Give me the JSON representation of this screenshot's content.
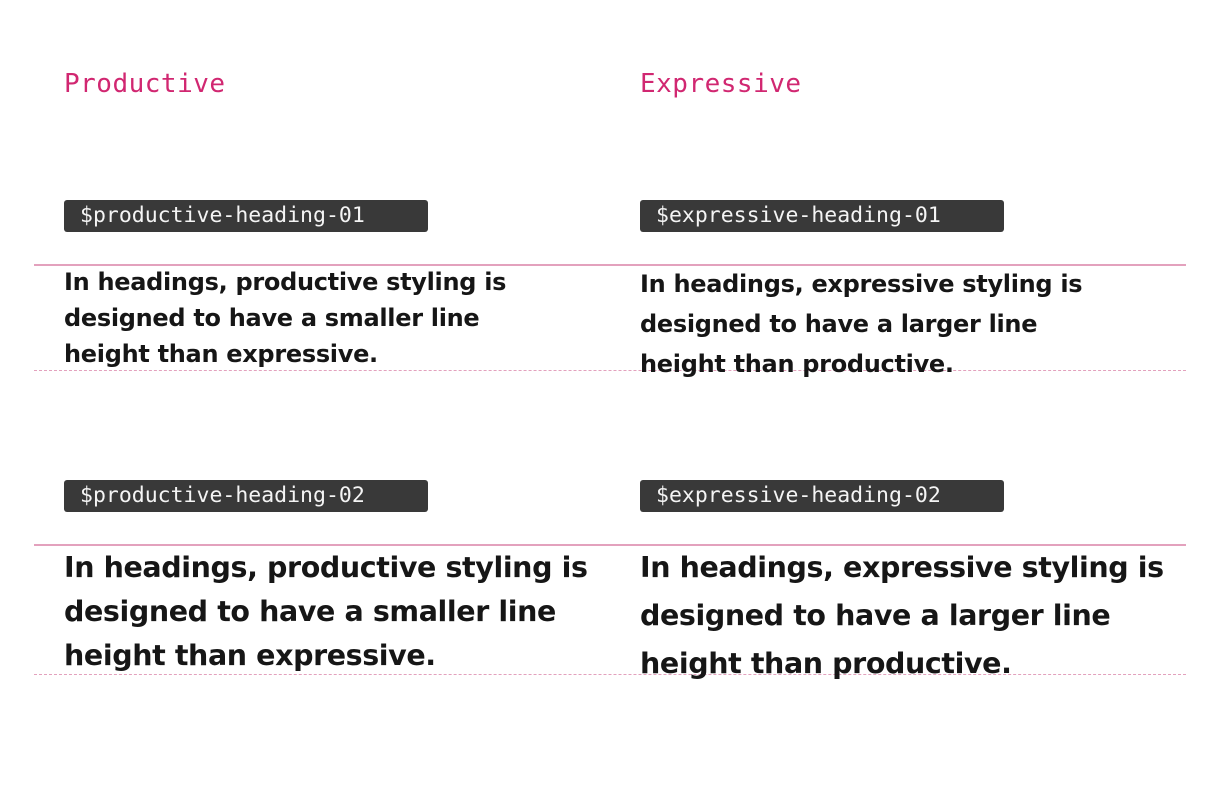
{
  "columns": {
    "productive": {
      "title": "Productive"
    },
    "expressive": {
      "title": "Expressive"
    }
  },
  "rows": [
    {
      "productive": {
        "token": "$productive-heading-01",
        "lines": [
          "In headings, productive styling is",
          "designed to have a smaller line",
          "height than expressive."
        ]
      },
      "expressive": {
        "token": "$expressive-heading-01",
        "lines": [
          "In headings, expressive styling is",
          "designed to have a larger line",
          "height than productive."
        ]
      }
    },
    {
      "productive": {
        "token": "$productive-heading-02",
        "lines": [
          "In headings, productive styling is",
          "designed to have a smaller line",
          "height than expressive."
        ]
      },
      "expressive": {
        "token": "$expressive-heading-02",
        "lines": [
          "In headings, expressive styling is",
          "designed to have a larger line",
          "height than productive."
        ]
      }
    }
  ],
  "colors": {
    "accent": "#d12771",
    "guide_line": "#e3a1bd",
    "token_background": "#393939",
    "token_text": "#f4f4f4",
    "body_text": "#161616"
  }
}
